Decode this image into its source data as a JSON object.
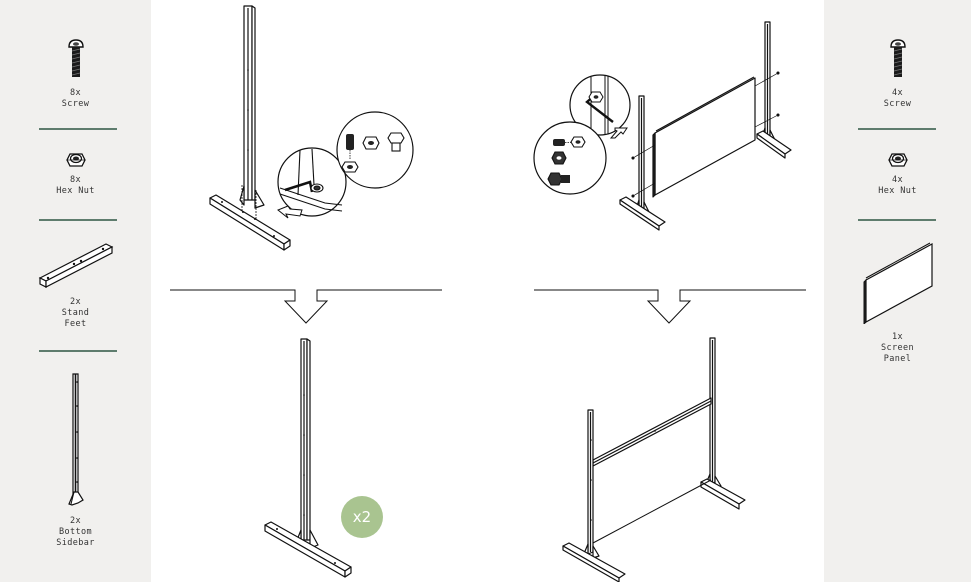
{
  "colors": {
    "panel_bg": "#f1f0ee",
    "divider": "#5e7c6d",
    "badge_bg": "#a9c490",
    "line": "#1a1a1a"
  },
  "left_panel": {
    "parts": [
      {
        "qty": "8x",
        "name": "Screw",
        "label": "8x\nScrew",
        "icon": "screw-icon"
      },
      {
        "qty": "8x",
        "name": "Hex Nut",
        "label": "8x\nHex Nut",
        "icon": "hex-nut-icon"
      },
      {
        "qty": "2x",
        "name": "Stand Feet",
        "label": "2x\nStand\nFeet",
        "icon": "stand-feet-icon"
      },
      {
        "qty": "2x",
        "name": "Bottom Sidebar",
        "label": "2x\nBottom\nSidebar",
        "icon": "bottom-sidebar-icon"
      }
    ]
  },
  "right_panel": {
    "parts": [
      {
        "qty": "4x",
        "name": "Screw",
        "label": "4x\nScrew",
        "icon": "screw-icon"
      },
      {
        "qty": "4x",
        "name": "Hex Nut",
        "label": "4x\nHex Nut",
        "icon": "hex-nut-icon"
      },
      {
        "qty": "1x",
        "name": "Screen Panel",
        "label": "1x\nScreen\nPanel",
        "icon": "screen-panel-icon"
      }
    ]
  },
  "steps": [
    {
      "id": "step-1",
      "description": "Attach bottom sidebar to stand feet with screws and hex nuts using hex key"
    },
    {
      "id": "step-1-result",
      "description": "Assembled upright stand",
      "badge": "x2"
    },
    {
      "id": "step-2",
      "description": "Attach screen panel between two uprights with screws and hex nuts"
    },
    {
      "id": "step-2-result",
      "description": "Completed privacy screen stand"
    }
  ],
  "badge": {
    "text": "x2"
  }
}
